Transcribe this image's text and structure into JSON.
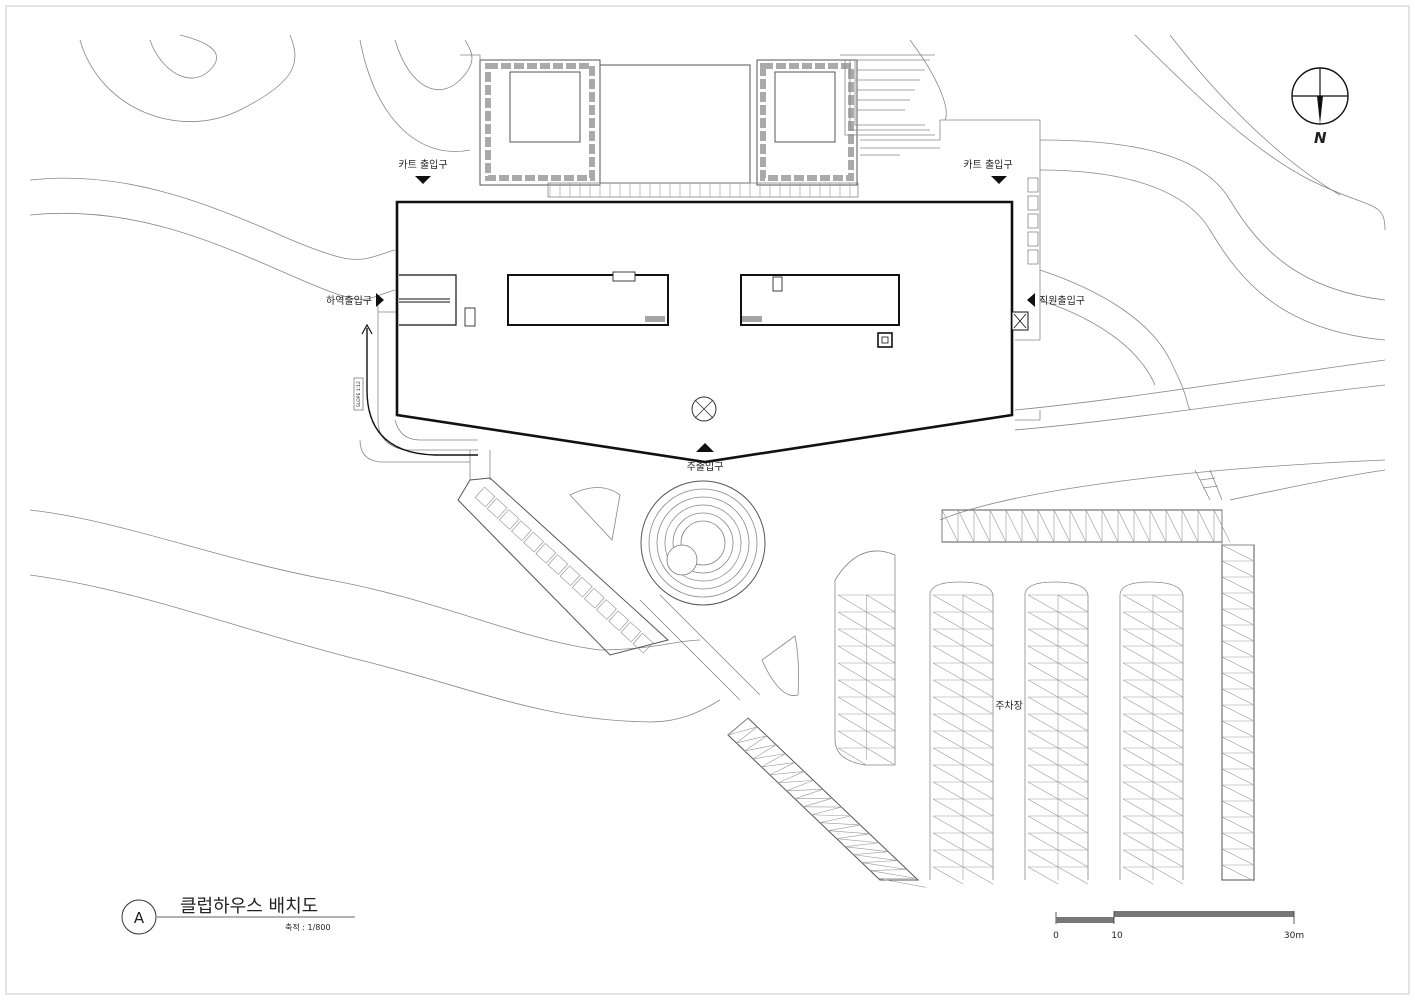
{
  "drawing": {
    "badge_letter": "A",
    "title": "클럽하우스 배치도",
    "scale_text": "축적 : 1/800"
  },
  "labels": {
    "cart_entrance_left": "카트 출입구",
    "cart_entrance_right": "카트 출입구",
    "service_entrance": "하역출입구",
    "staff_entrance": "직원출입구",
    "main_entrance": "주출입구",
    "parking": "주차장",
    "ramp_note": "SLOPE 1:12"
  },
  "compass": {
    "north": "N"
  },
  "scale_bar": {
    "tick_0": "0",
    "tick_10": "10",
    "tick_30": "30m"
  },
  "colors": {
    "line": "#111111",
    "thin": "#888888",
    "scale_fill": "#777777"
  }
}
